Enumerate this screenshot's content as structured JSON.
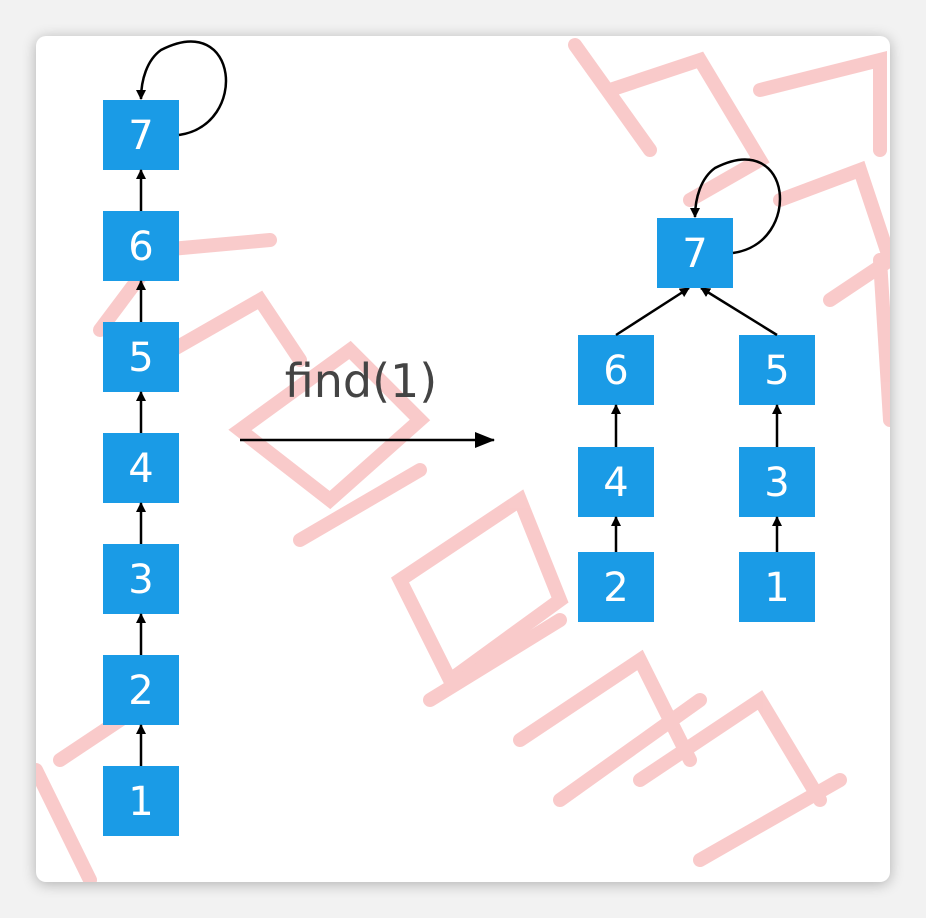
{
  "colors": {
    "node_fill": "#1a9be6",
    "node_text": "#ffffff",
    "edge": "#000000",
    "caption": "#444444",
    "watermark": "#f7b9b9",
    "card_bg": "#ffffff",
    "page_bg": "#f2f2f2"
  },
  "before": {
    "nodes": [
      "7",
      "6",
      "5",
      "4",
      "3",
      "2",
      "1"
    ]
  },
  "operation": {
    "label": "find(1)"
  },
  "after": {
    "root": "7",
    "left_chain": [
      "6",
      "4",
      "2"
    ],
    "right_chain": [
      "5",
      "3",
      "1"
    ]
  }
}
